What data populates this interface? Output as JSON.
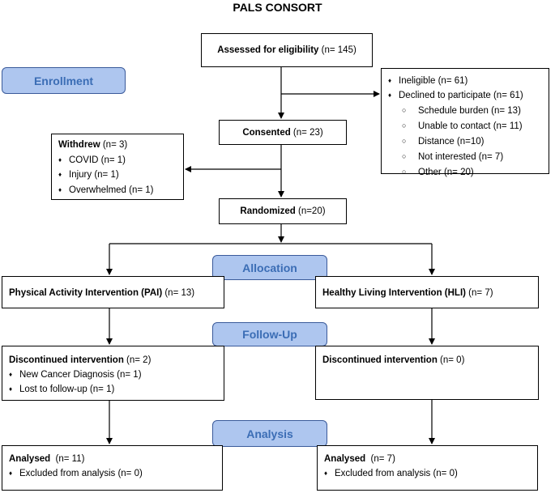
{
  "title": "PALS CONSORT",
  "phases": {
    "enrollment": "Enrollment",
    "allocation": "Allocation",
    "followup": "Follow-Up",
    "analysis": "Analysis"
  },
  "assessed": {
    "label": "Assessed for eligibility",
    "count": " (n= 145)"
  },
  "excluded": {
    "items": [
      {
        "label": "Ineligible (n= 61)"
      },
      {
        "label": "Declined to participate (n= 61)"
      }
    ],
    "subitems": [
      "Schedule burden (n= 13)",
      "Unable to contact (n= 11)",
      "Distance (n=10)",
      "Not interested (n= 7)",
      "Other (n= 20)"
    ]
  },
  "consented": {
    "label": "Consented",
    "count": " (n= 23)"
  },
  "withdrew": {
    "label": "Withdrew",
    "count": " (n= 3)",
    "items": [
      "COVID (n= 1)",
      "Injury (n= 1)",
      "Overwhelmed (n= 1)"
    ]
  },
  "randomized": {
    "label": "Randomized",
    "count": " (n=20)"
  },
  "pai": {
    "label": "Physical Activity Intervention (PAI)",
    "count": " (n= 13)"
  },
  "hli": {
    "label": "Healthy Living Intervention (HLI)",
    "count": " (n= 7)"
  },
  "pai_followup": {
    "label": "Discontinued intervention",
    "count": " (n= 2)",
    "items": [
      "New Cancer Diagnosis (n= 1)",
      "Lost to follow-up (n= 1)"
    ]
  },
  "hli_followup": {
    "label": "Discontinued intervention",
    "count": " (n= 0)"
  },
  "pai_analysis": {
    "label": "Analysed",
    "count": "  (n= 11)",
    "items": [
      "Excluded from analysis (n= 0)"
    ]
  },
  "hli_analysis": {
    "label": "Analysed",
    "count": "  (n= 7)",
    "items": [
      "Excluded from analysis (n= 0)"
    ]
  }
}
